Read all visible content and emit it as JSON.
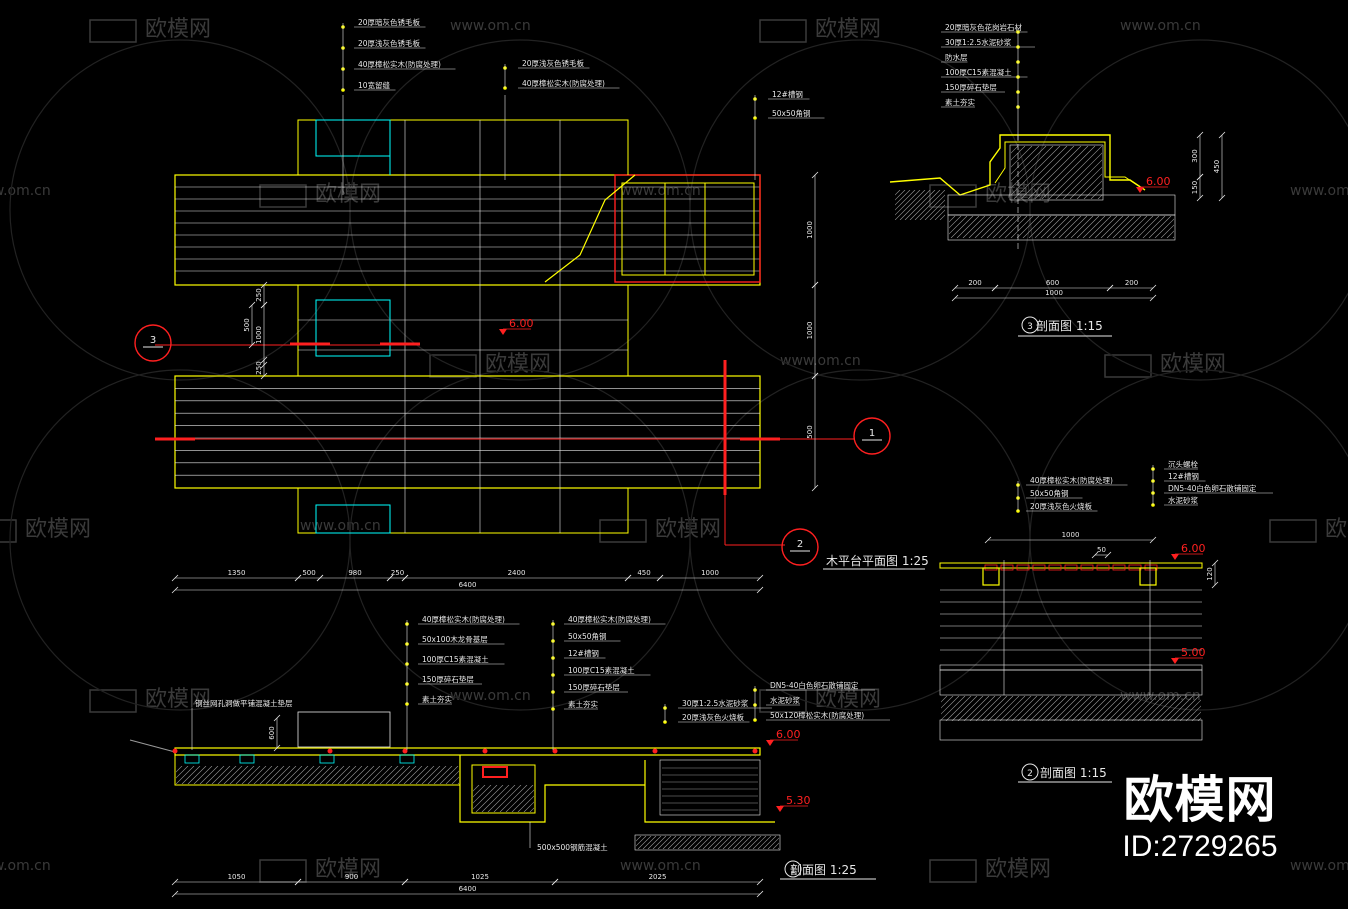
{
  "colors": {
    "yellow": "#ffff00",
    "white": "#e8e8e8",
    "cyan": "#00ffff",
    "red": "#ff2020",
    "gray": "#9a9a9a",
    "watermark": "#3a3a3a"
  },
  "watermark": {
    "brand": "欧模网",
    "site": "www.om.cn"
  },
  "brand": {
    "name": "欧模网",
    "id": "ID:2729265"
  },
  "plan": {
    "title": "木平台平面图 1:25",
    "elevation": "6.00",
    "top_notes_left": [
      "20厚暗灰色锈毛板",
      "20厚浅灰色锈毛板",
      "40厚樟松实木(防腐处理)",
      "10宽留缝"
    ],
    "top_notes_mid": [
      "20厚浅灰色锈毛板",
      "40厚樟松实木(防腐处理)"
    ],
    "top_notes_right": [
      "12#槽钢",
      "50x50角钢"
    ],
    "dims_bottom": [
      "1350",
      "500",
      "980",
      "250",
      "2400",
      "450",
      "1000"
    ],
    "dim_total": "6400",
    "dims_right": [
      "1000",
      "1000",
      "500"
    ],
    "dims_left": [
      "250",
      "1000",
      "500",
      "250"
    ],
    "markers": {
      "section3": "3",
      "section1": "1",
      "section2": "2"
    }
  },
  "section1": {
    "title": "剖面图 1:25",
    "num": "1",
    "elevation_top": "6.00",
    "elevation_bottom": "5.30",
    "notes_a": [
      "40厚樟松实木(防腐处理)",
      "50x100木龙骨基层",
      "100厚C15素混凝土",
      "150厚碎石垫层",
      "素土夯实"
    ],
    "notes_b": [
      "40厚樟松实木(防腐处理)",
      "50x50角钢",
      "12#槽钢",
      "100厚C15素混凝土",
      "150厚碎石垫层",
      "素土夯实"
    ],
    "notes_c": [
      "30厚1:2.5水泥砂浆",
      "20厚浅灰色火烧板"
    ],
    "notes_d": [
      "DN5-40白色卵石散铺固定",
      "水泥砂浆",
      "50x120樟松实木(防腐处理)"
    ],
    "note_left": "钢丝网孔洞做平铺混凝土垫层",
    "note_bottom": "500x500钢筋混凝土",
    "dims": [
      "1050",
      "900",
      "1025",
      "2025"
    ],
    "dim_total": "6400",
    "dim_small": "600"
  },
  "section2": {
    "title": "剖面图 1:15",
    "num": "2",
    "elevation_top": "6.00",
    "elevation_bottom": "5.00",
    "notes_left": [
      "40厚樟松实木(防腐处理)",
      "50x50角钢",
      "20厚浅灰色火烧板"
    ],
    "notes_right": [
      "沉头螺栓",
      "12#槽钢",
      "DN5-40白色卵石散铺固定",
      "水泥砂浆"
    ],
    "dim_width": "1000",
    "dim_small": "50",
    "dim_h": "120"
  },
  "section3": {
    "title": "剖面图 1:15",
    "num": "3",
    "elevation": "6.00",
    "notes": [
      "20厚暗灰色花岗岩石材",
      "30厚1:2.5水泥砂浆",
      "防水层",
      "100厚C15素混凝土",
      "150厚碎石垫层",
      "素土夯实"
    ],
    "dims_bottom": [
      "200",
      "600",
      "200"
    ],
    "dim_total": "1000",
    "dims_right": [
      "300",
      "150",
      "450"
    ]
  }
}
